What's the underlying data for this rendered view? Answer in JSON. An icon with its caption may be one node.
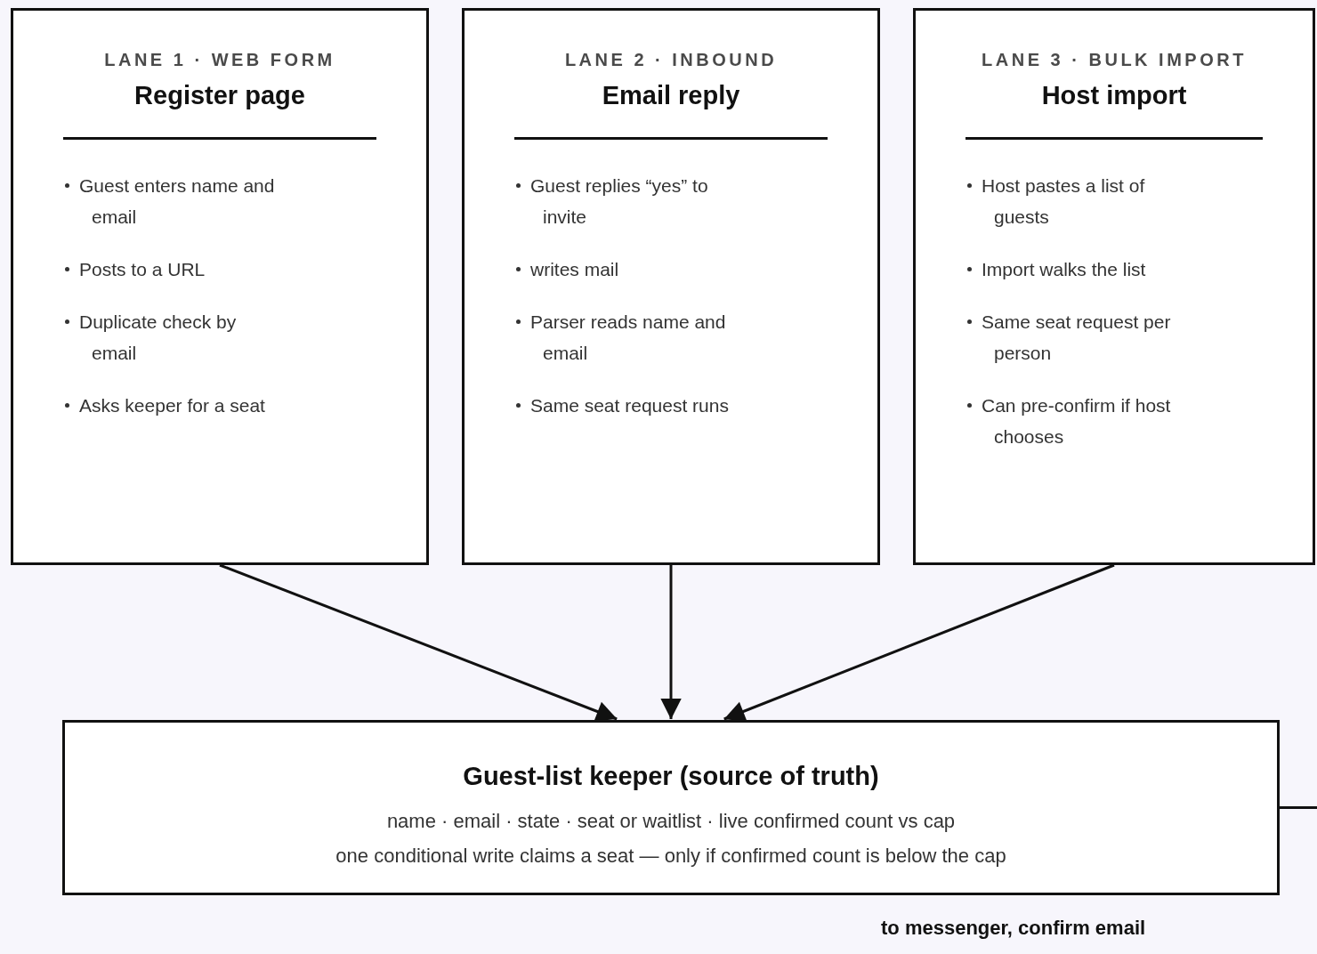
{
  "diagram": {
    "nodes": [
      {
        "text": [
          "LANE 1 · WEB FORM",
          "Register page",
          "Guest enters name and email",
          "Posts to a URL",
          "Duplicate check by email",
          "Asks keeper for a seat"
        ]
      },
      {
        "text": [
          "LANE 2 · INBOUND",
          "Email reply",
          "Guest replies “yes” to invite",
          "writes mail",
          "Parser reads name and email",
          "Same seat request runs"
        ]
      },
      {
        "text": [
          "LANE 3 · BULK IMPORT",
          "Host import",
          "Host pastes a list of guests",
          "Import walks the list",
          "Same seat request per person",
          "Can pre-confirm if host chooses"
        ]
      },
      {
        "text": [
          "Guest-list keeper (source of truth)",
          "name · email · state · seat or waitlist · live confirmed count vs cap",
          "one conditional write claims a seat — only if confirmed count is below the cap"
        ]
      }
    ],
    "edges": [
      {
        "from": 0,
        "to": 3,
        "arrow": "to"
      },
      {
        "from": 1,
        "to": 3,
        "arrow": "to"
      },
      {
        "from": 2,
        "to": 3,
        "arrow": "to"
      },
      {
        "from": 3,
        "to": null,
        "arrow": "none"
      }
    ],
    "labels": [
      "to messenger, confirm email"
    ]
  }
}
